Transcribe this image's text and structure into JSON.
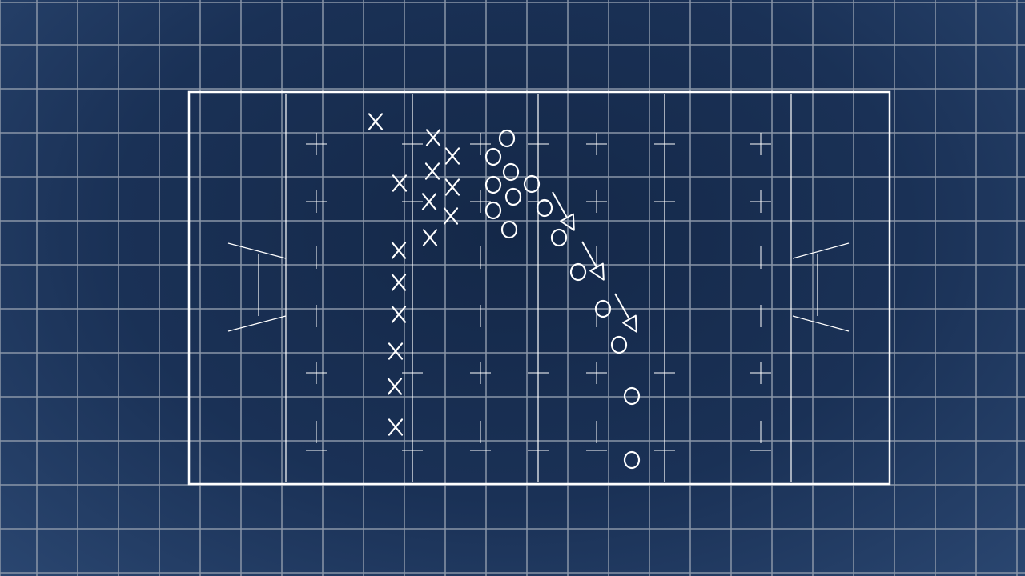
{
  "colors": {
    "background": "#1a3156",
    "grid": "#8a96a8",
    "pitch_lines": "#ffffff",
    "markers": "#ffffff"
  },
  "diagram": {
    "type": "rugby-play-diagram",
    "grid": true,
    "attacking_team_marker": "X",
    "defending_team_marker": "O",
    "movement_arrow_count": 3
  },
  "x_markers": [
    {
      "col": 1,
      "row": 1
    },
    {
      "col": 3,
      "row": 2
    },
    {
      "col": 4,
      "row": 3
    },
    {
      "col": 3,
      "row": 4
    },
    {
      "col": 2,
      "row": 5
    },
    {
      "col": 4,
      "row": 5
    },
    {
      "col": 3,
      "row": 6
    },
    {
      "col": 4,
      "row": 7
    },
    {
      "col": 3,
      "row": 8
    },
    {
      "col": 2,
      "row": 9
    },
    {
      "col": 2,
      "row": 10
    },
    {
      "col": 2,
      "row": 11
    },
    {
      "col": 2,
      "row": 12
    },
    {
      "col": 2,
      "row": 13
    },
    {
      "col": 2,
      "row": 14
    }
  ],
  "o_markers": [
    {
      "col": 5,
      "row": 1
    },
    {
      "col": 4,
      "row": 2
    },
    {
      "col": 5,
      "row": 3
    },
    {
      "col": 4,
      "row": 4
    },
    {
      "col": 5,
      "row": 5
    },
    {
      "col": 6,
      "row": 5
    },
    {
      "col": 4,
      "row": 6
    },
    {
      "col": 7,
      "row": 6
    },
    {
      "col": 5,
      "row": 7
    },
    {
      "col": 8,
      "row": 8
    },
    {
      "col": 9,
      "row": 9
    },
    {
      "col": 10,
      "row": 10
    },
    {
      "col": 11,
      "row": 11
    },
    {
      "col": 12,
      "row": 12
    },
    {
      "col": 12,
      "row": 13
    }
  ]
}
